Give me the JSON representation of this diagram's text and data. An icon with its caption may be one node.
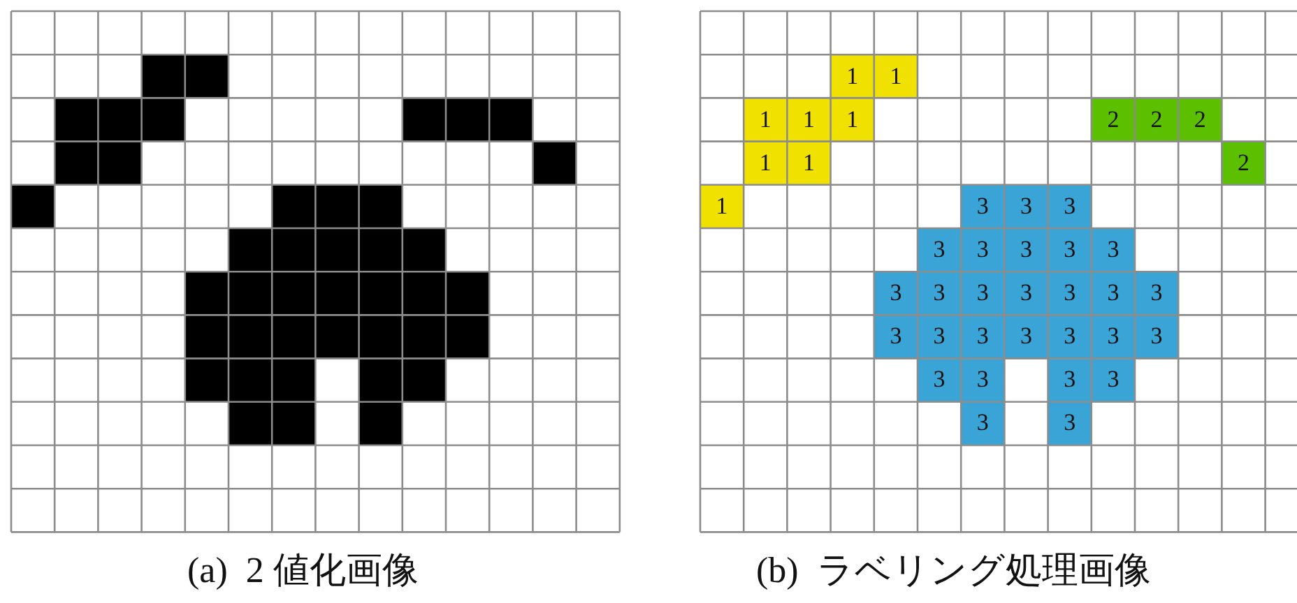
{
  "diagram": {
    "labels": [
      "1",
      "1",
      "1",
      "1",
      "1",
      "2",
      "2",
      "2",
      "1",
      "1",
      "2",
      "1",
      "3",
      "3",
      "3",
      "3",
      "3",
      "3",
      "3",
      "3",
      "3",
      "3",
      "3",
      "3",
      "3",
      "3",
      "3",
      "3",
      "3",
      "3",
      "3",
      "3",
      "3",
      "3",
      "3",
      "3",
      "3",
      "3",
      "3",
      "3",
      "(a)  2 値化画像",
      "(b)  ラベリング処理画像"
    ]
  }
}
